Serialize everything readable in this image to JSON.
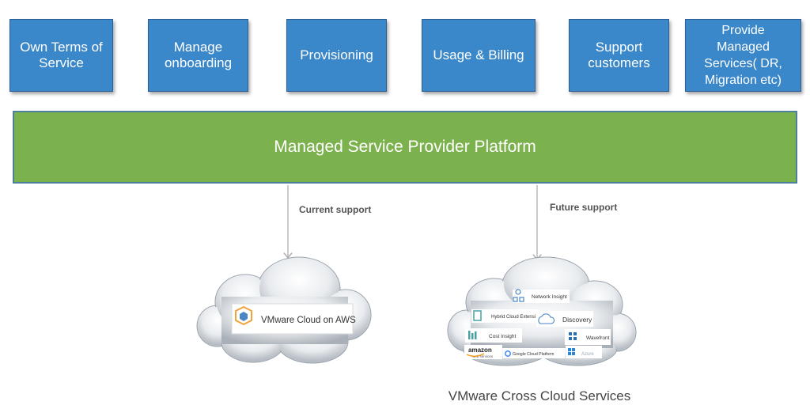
{
  "services": [
    {
      "label": "Own Terms of\nService"
    },
    {
      "label": "Manage\nonboarding"
    },
    {
      "label": "Provisioning"
    },
    {
      "label": "Usage & Billing"
    },
    {
      "label": "Support\ncustomers"
    },
    {
      "label": "Provide\nManaged\nServices( DR,\nMigration etc)"
    }
  ],
  "platform": {
    "label": "Managed Service Provider Platform"
  },
  "connectors": {
    "current": "Current support",
    "future": "Future support"
  },
  "current_cloud": {
    "label": "VMware Cloud on AWS"
  },
  "future_cloud": {
    "items": {
      "network": "Network Insight",
      "hybrid": "Hybrid Cloud Extensi",
      "discovery": "Discovery",
      "cost": "Cost Insight",
      "wavefront": "Wavefront",
      "amazon": "amazon",
      "amazon_sub": "web services",
      "google": "Google Cloud Platform",
      "azure": "Azure"
    },
    "caption": "VMware Cross Cloud Services"
  },
  "colors": {
    "service_fill": "#3a87c9",
    "platform_fill": "#7cb24d",
    "arrow": "#b0b0b0"
  }
}
